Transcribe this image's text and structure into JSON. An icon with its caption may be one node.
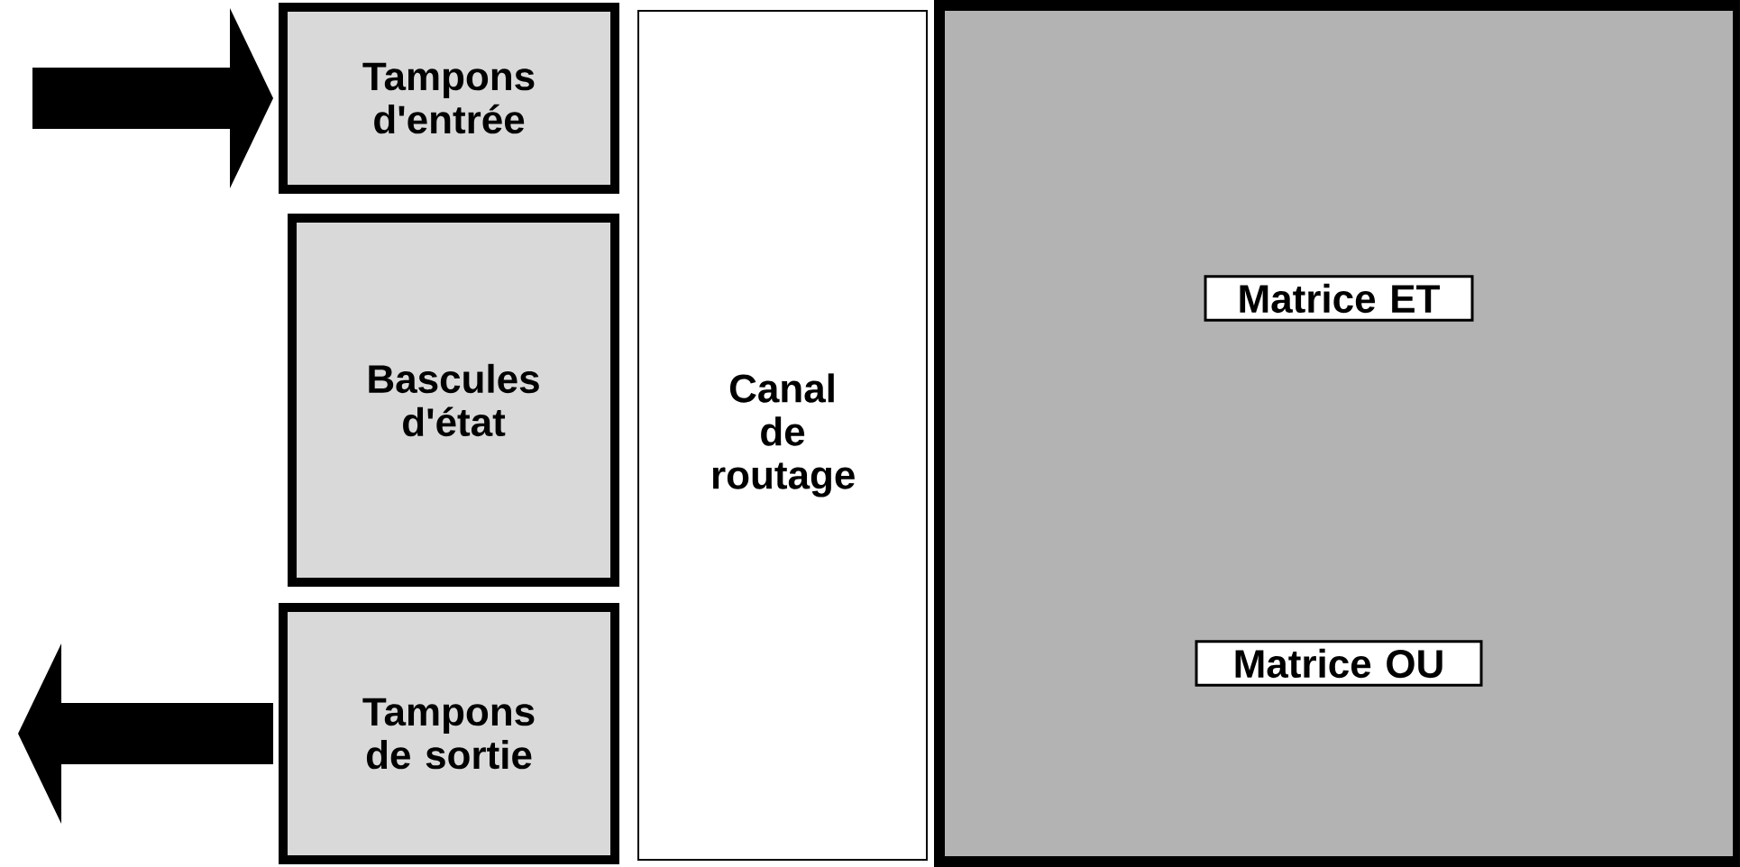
{
  "diagram": {
    "nodes": [
      {
        "text": [
          "Tampons d'entrée"
        ]
      },
      {
        "text": [
          "Bascules d'état"
        ]
      },
      {
        "text": [
          "Tampons de sortie"
        ]
      },
      {
        "text": [
          "Canal de routage"
        ]
      },
      {
        "text": [
          "Matrice ET"
        ]
      },
      {
        "text": [
          "Matrice OU"
        ]
      }
    ],
    "edges": [
      {
        "from": null,
        "to": 0,
        "arrow": "to",
        "style": "thick"
      },
      {
        "from": 2,
        "to": null,
        "arrow": "to",
        "style": "thick"
      }
    ]
  }
}
